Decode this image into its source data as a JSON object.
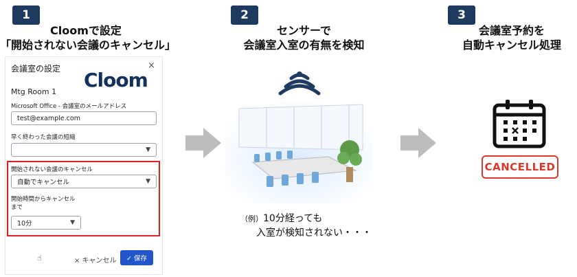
{
  "steps": [
    {
      "number": "1",
      "title_line1": "Cloomで設定",
      "title_line2": "「開始されない会議のキャンセル」"
    },
    {
      "number": "2",
      "title_line1": "センサーで",
      "title_line2": "会議室入室の有無を検知"
    },
    {
      "number": "3",
      "title_line1": "会議室予約を",
      "title_line2": "自動キャンセル処理"
    }
  ],
  "dialog": {
    "title": "会議室の設定",
    "close_icon": "×",
    "logo": "Cloom",
    "room_name": "Mtg Room 1",
    "email_label": "Microsoft Office - 会議室のメールアドレス",
    "email_value": "test@example.com",
    "shorten_label": "早く終わった会議の短縮",
    "shorten_value": "",
    "cancel_label": "開始されない会議のキャンセル",
    "cancel_value": "自動でキャンセル",
    "time_label_line1": "開始時間からキャンセル",
    "time_label_line2": "まで",
    "time_value": "10分",
    "cancel_button": "× キャンセル",
    "save_button": "✓ 保存"
  },
  "example": {
    "prefix": "（例）",
    "line1": "10分経っても",
    "line2": "入室が検知されない・・・"
  },
  "stamp": "CANCELLED",
  "colors": {
    "badge": "#1f3a5f",
    "accent_red": "#e02020",
    "save_blue": "#2255cc",
    "stamp_red": "#d9392b"
  },
  "icons": [
    "wifi-signal-icon",
    "calendar-cancel-icon",
    "chevron-down-icon",
    "close-icon",
    "check-icon",
    "arrow-right-icon",
    "hand-cursor-icon"
  ]
}
